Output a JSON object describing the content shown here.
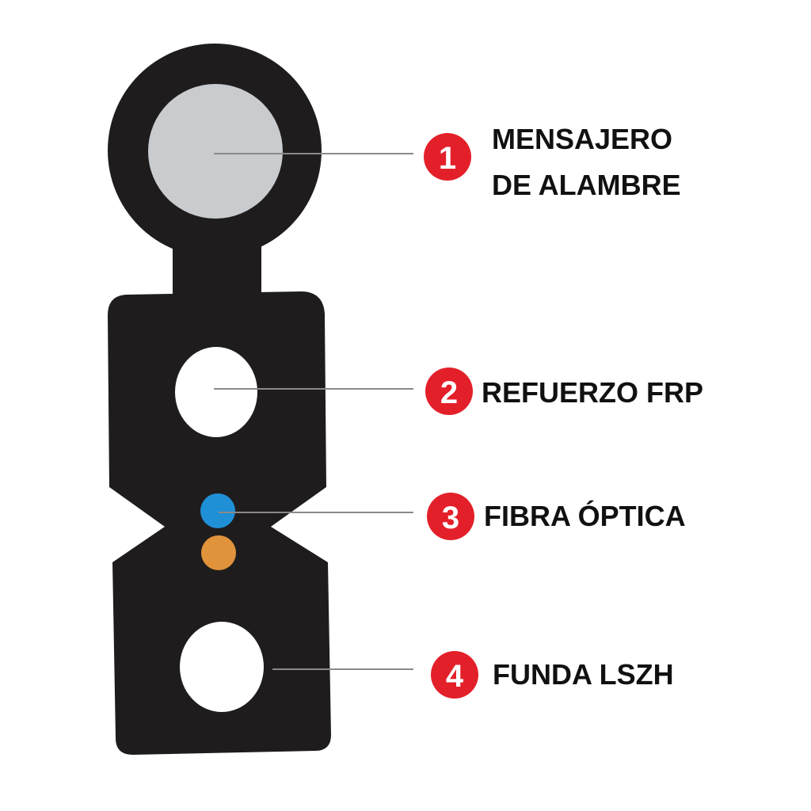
{
  "colors": {
    "cable_body": "#1f1c1d",
    "messenger_wire": "#c9cbcf",
    "strength_member": "#ffffff",
    "fiber_blue": "#1f8fd6",
    "fiber_orange": "#e0933a",
    "badge_red": "#e3202a",
    "leader_line": "#8a8a8a"
  },
  "callouts": [
    {
      "number": "1",
      "lines": [
        "MENSAJERO",
        "DE ALAMBRE"
      ]
    },
    {
      "number": "2",
      "lines": [
        "REFUERZO FRP"
      ]
    },
    {
      "number": "3",
      "lines": [
        "FIBRA ÓPTICA"
      ]
    },
    {
      "number": "4",
      "lines": [
        "FUNDA LSZH"
      ]
    }
  ]
}
